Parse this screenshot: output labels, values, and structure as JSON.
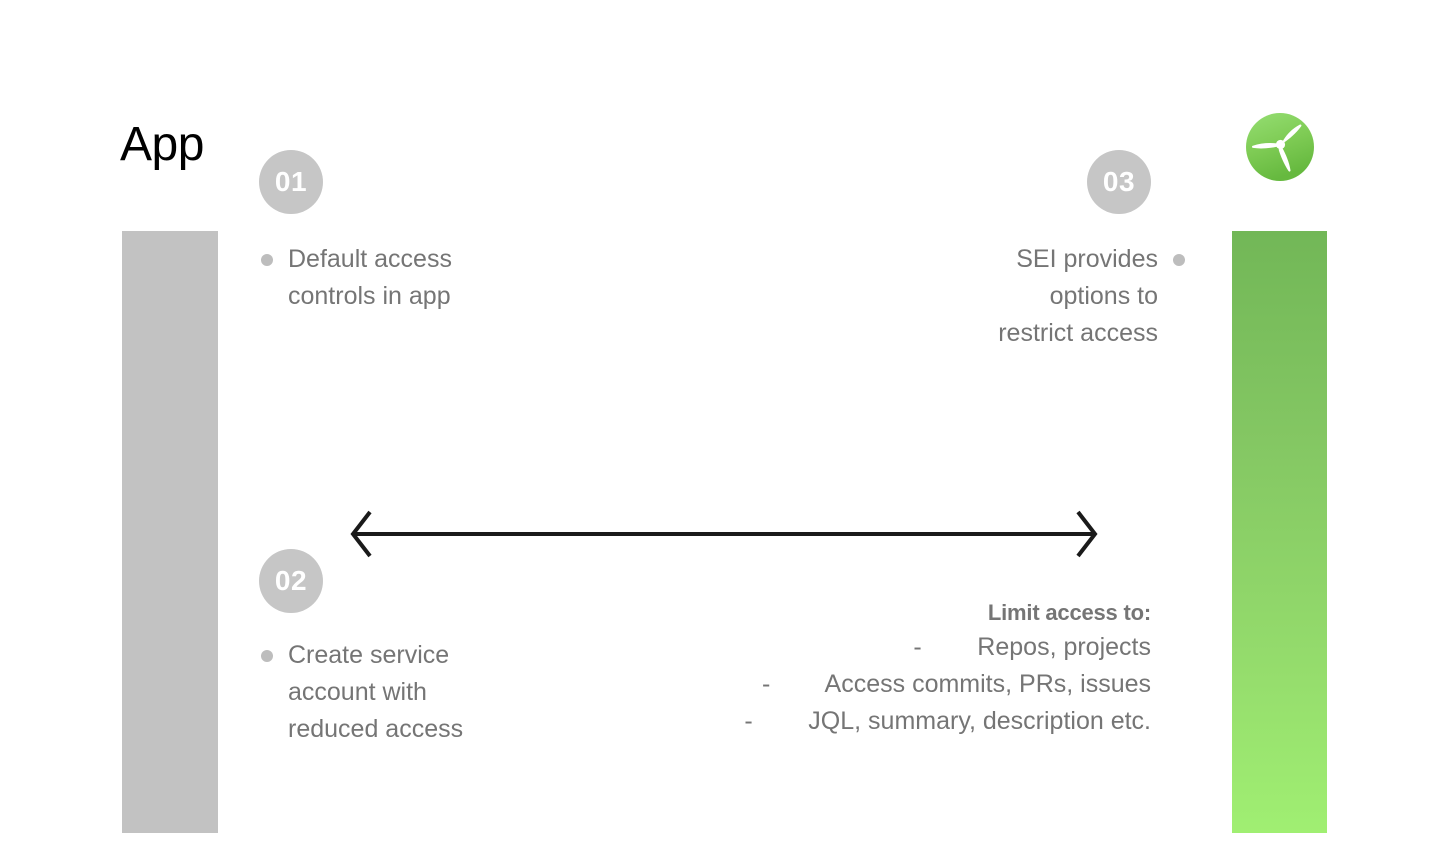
{
  "slide": {
    "title": "App",
    "background_color": "#ffffff"
  },
  "decor": {
    "left_bar": {
      "name": "left-gray-bar",
      "color": "#c2c2c2"
    },
    "right_bar": {
      "name": "right-green-bar",
      "gradient_top": "#72b757",
      "gradient_bottom": "#a0ef72"
    },
    "logo": {
      "name": "propeller-logo",
      "circle_gradient_top": "#8fd96a",
      "circle_gradient_bottom": "#6cbc47",
      "blade_color": "#ffffff"
    },
    "arrow": {
      "name": "bidirectional-arrow",
      "color": "#1a1a1a",
      "direction": "both"
    }
  },
  "steps": [
    {
      "number": "01",
      "badge_color": "#c6c6c6",
      "bullet_color": "#bdbdbd",
      "text": "Default access\ncontrols in app",
      "align": "left"
    },
    {
      "number": "02",
      "badge_color": "#c6c6c6",
      "bullet_color": "#bdbdbd",
      "text": "Create service\naccount with\nreduced access",
      "align": "left"
    },
    {
      "number": "03",
      "badge_color": "#c6c6c6",
      "bullet_color": "#bdbdbd",
      "text": "SEI provides\noptions to\nrestrict access",
      "align": "right"
    }
  ],
  "limit_access": {
    "title": "Limit access to:",
    "text_color": "#757575",
    "items": [
      "-        Repos, projects",
      "-        Access commits, PRs, issues",
      "-        JQL, summary, description etc."
    ]
  }
}
